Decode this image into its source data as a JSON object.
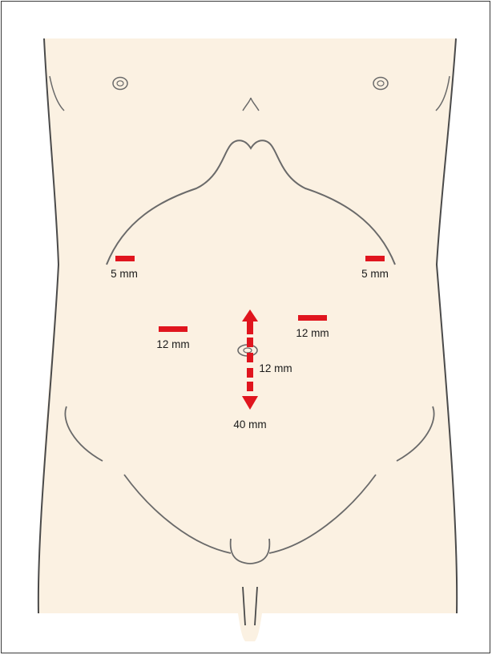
{
  "figure": {
    "colors": {
      "skin": "#fbf1e2",
      "outline": "#4a4a4a",
      "incision": "#e0151e",
      "frame_border": "#3a3a3a"
    },
    "labels": {
      "left_subcostal": "5 mm",
      "right_subcostal": "5 mm",
      "left_lateral": "12 mm",
      "right_lateral": "12 mm",
      "umbilical": "12 mm",
      "extension": "40 mm"
    },
    "incision_extension_direction": "vertical, both ways"
  }
}
